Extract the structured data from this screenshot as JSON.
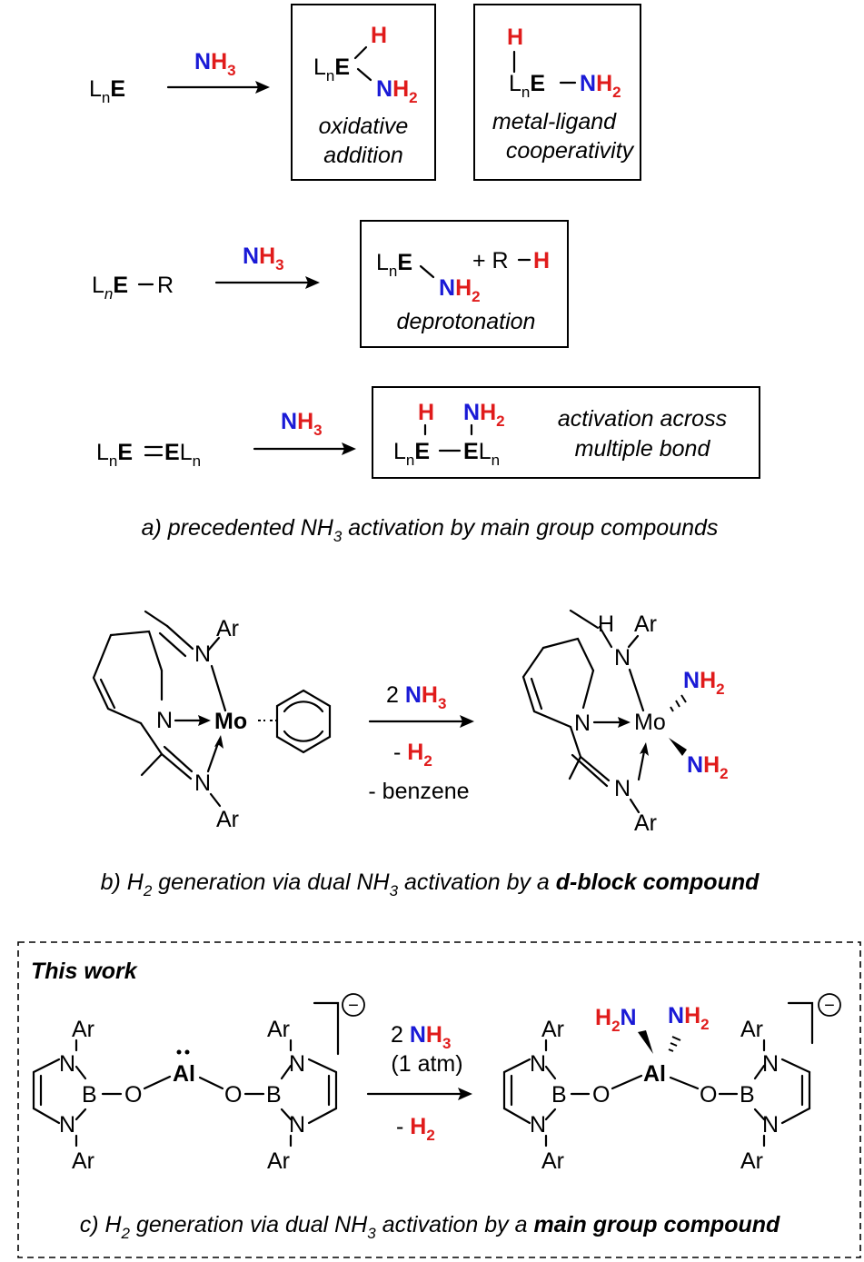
{
  "panel_a": {
    "row1": {
      "reactant": {
        "L": "L",
        "n": "n",
        "E": "E"
      },
      "reagent": {
        "N": "N",
        "H": "H",
        "sub": "3"
      },
      "box1": {
        "H": "H",
        "L": "L",
        "n": "n",
        "E": "E",
        "N": "N",
        "NH": "H",
        "sub": "2",
        "caption1": "oxidative",
        "caption2": "addition"
      },
      "box2": {
        "H": "H",
        "L": "L",
        "n": "n",
        "E": "E",
        "N": "N",
        "NH": "H",
        "sub": "2",
        "caption1": "metal-ligand",
        "caption2": "cooperativity"
      }
    },
    "row2": {
      "reactant": {
        "L": "L",
        "n": "n",
        "E": "E",
        "R": "R"
      },
      "reagent": {
        "N": "N",
        "H": "H",
        "sub": "3"
      },
      "box": {
        "L": "L",
        "n": "n",
        "E": "E",
        "N": "N",
        "NH": "H",
        "sub": "2",
        "plus": "+ R",
        "H": "H",
        "caption": "deprotonation"
      }
    },
    "row3": {
      "reactant": {
        "L": "L",
        "n": "n",
        "E1": "E",
        "E2": "E",
        "L2": "L",
        "n2": "n"
      },
      "reagent": {
        "N": "N",
        "H": "H",
        "sub": "3"
      },
      "box": {
        "H": "H",
        "N": "N",
        "NH": "H",
        "sub": "2",
        "L": "L",
        "n": "n",
        "E1": "E",
        "E2": "E",
        "L2": "L",
        "n2": "n",
        "caption1": "activation across",
        "caption2": "multiple bond"
      }
    },
    "caption": {
      "pre": "a) precedented NH",
      "sub": "3",
      "post": " activation by main group compounds"
    }
  },
  "panel_b": {
    "reactant": {
      "Ar_top": "Ar",
      "N_top": "N",
      "N_py": "N",
      "Mo": "Mo",
      "N_bot": "N",
      "Ar_bot": "Ar"
    },
    "conditions": {
      "line1_pre": "2 ",
      "N": "N",
      "H": "H",
      "sub": "3",
      "line2_pre": "- ",
      "H2": "H",
      "sub2": "2",
      "line3": "- benzene"
    },
    "product": {
      "H": "H",
      "Ar_top": "Ar",
      "N_top": "N",
      "N_py": "N",
      "Mo": "Mo",
      "N_bot": "N",
      "Ar_bot": "Ar",
      "NH2a_N": "N",
      "NH2a_H": "H",
      "NH2a_sub": "2",
      "NH2b_N": "N",
      "NH2b_H": "H",
      "NH2b_sub": "2"
    },
    "caption": {
      "pre": "b) H",
      "sub1": "2",
      "mid": " generation via dual NH",
      "sub2": "3",
      "post": " activation by a ",
      "bold": "d-block compound"
    }
  },
  "panel_c": {
    "title": "This work",
    "reactant": {
      "Ar1": "Ar",
      "N1": "N",
      "B1": "B",
      "O1": "O",
      "Al": "Al",
      "O2": "O",
      "B2": "B",
      "N2": "N",
      "Ar2": "Ar",
      "N3": "N",
      "Ar3": "Ar",
      "N4": "N",
      "Ar4": "Ar",
      "charge": "−"
    },
    "conditions": {
      "line1_pre": "2 ",
      "N": "N",
      "H": "H",
      "sub": "3",
      "line2": "(1 atm)",
      "line3_pre": "- ",
      "H2": "H",
      "sub2": "2"
    },
    "product": {
      "H2N_H": "H",
      "H2N_sub": "2",
      "H2N_N": "N",
      "NH2_N": "N",
      "NH2_H": "H",
      "NH2_sub": "2",
      "Ar1": "Ar",
      "N1": "N",
      "B1": "B",
      "O1": "O",
      "Al": "Al",
      "O2": "O",
      "B2": "B",
      "N2": "N",
      "Ar2": "Ar",
      "N3": "N",
      "Ar3": "Ar",
      "N4": "N",
      "Ar4": "Ar",
      "charge": "−"
    },
    "caption": {
      "pre": "c) H",
      "sub1": "2",
      "mid": " generation via dual NH",
      "sub2": "3",
      "post": " activation by a ",
      "bold": "main group compound"
    }
  }
}
